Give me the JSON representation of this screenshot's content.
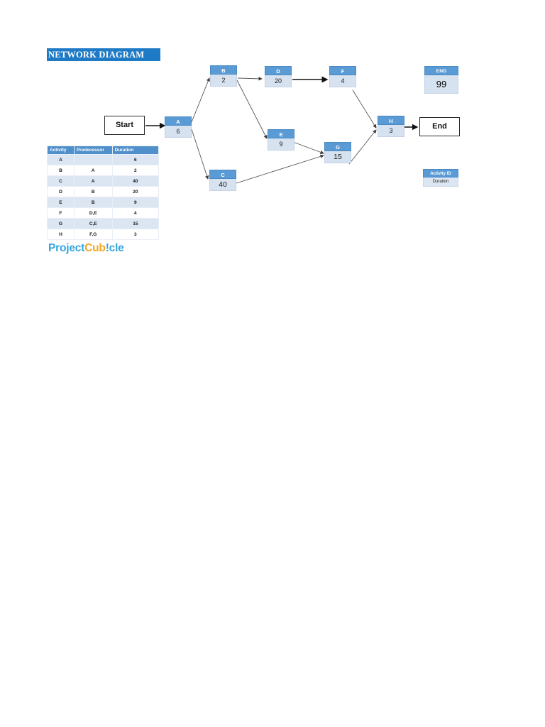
{
  "title": {
    "text": "NETWORK DIAGRAM",
    "band_color": "#1F7AC6"
  },
  "terminators": {
    "start": "Start",
    "end": "End"
  },
  "summary_node": {
    "id": "END",
    "value": "99"
  },
  "legend": {
    "head": "Activity ID",
    "body": "Duration"
  },
  "logo": {
    "part1": "Project",
    "part2": "Cub",
    "part3": "!",
    "part4": "cle"
  },
  "nodes": [
    {
      "id": "A",
      "duration": "6"
    },
    {
      "id": "B",
      "duration": "2"
    },
    {
      "id": "C",
      "duration": "40"
    },
    {
      "id": "D",
      "duration": "20"
    },
    {
      "id": "E",
      "duration": "9"
    },
    {
      "id": "F",
      "duration": "4"
    },
    {
      "id": "G",
      "duration": "15"
    },
    {
      "id": "H",
      "duration": "3"
    }
  ],
  "table": {
    "columns": [
      "Activity",
      "Predecessor",
      "Duration"
    ],
    "rows": [
      {
        "activity": "A",
        "predecessor": "",
        "duration": "6"
      },
      {
        "activity": "B",
        "predecessor": "A",
        "duration": "2"
      },
      {
        "activity": "C",
        "predecessor": "A",
        "duration": "40"
      },
      {
        "activity": "D",
        "predecessor": "B",
        "duration": "20"
      },
      {
        "activity": "E",
        "predecessor": "B",
        "duration": "9"
      },
      {
        "activity": "F",
        "predecessor": "D,E",
        "duration": "4"
      },
      {
        "activity": "G",
        "predecessor": "C,E",
        "duration": "15"
      },
      {
        "activity": "H",
        "predecessor": "F,G",
        "duration": "3"
      }
    ]
  },
  "colors": {
    "node_header": "#5B9BD5",
    "node_body": "#D6E2F0",
    "table_header": "#4F8FCB",
    "table_row_alt": "#DCE6F2",
    "logo_blue": "#33A6DE",
    "logo_orange": "#F5A623"
  }
}
